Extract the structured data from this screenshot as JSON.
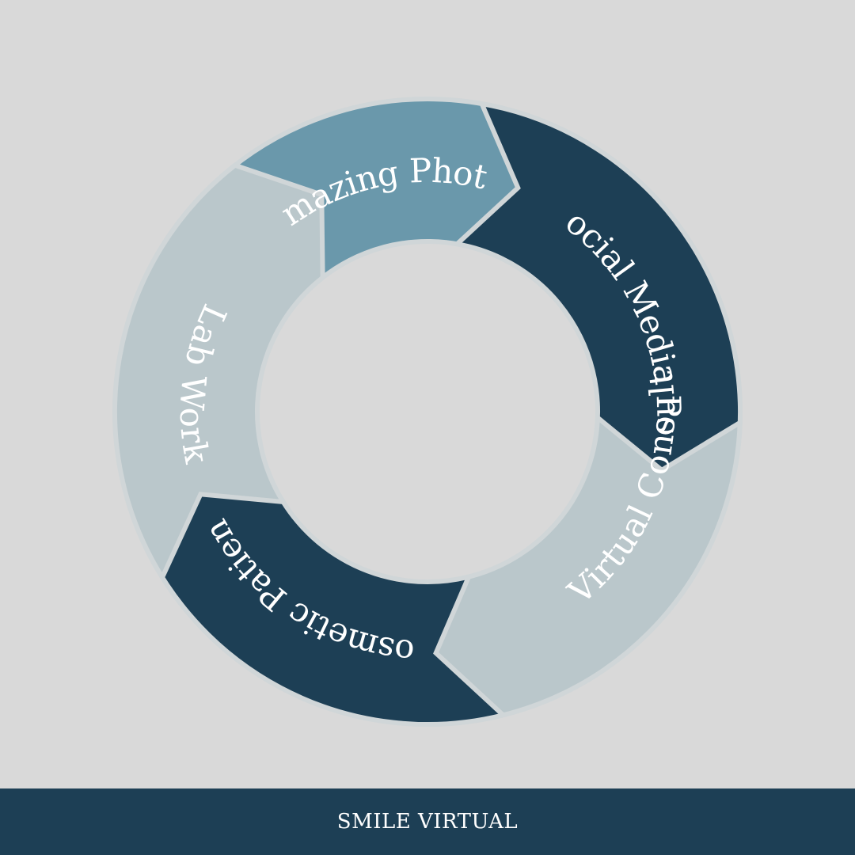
{
  "diagram": {
    "type": "cycle",
    "colors": {
      "background": "#d9d9d9",
      "dark": "#1d3f55",
      "medium": "#6a98ab",
      "light": "#bac7cb",
      "separator": "#d0d6d8"
    },
    "segments": [
      {
        "label": "Amazing Photos",
        "color": "#6a98ab"
      },
      {
        "label": "Social Media Post",
        "color": "#1d3f55"
      },
      {
        "label": "Virtual Consult",
        "color": "#bac7cb"
      },
      {
        "label": "Cosmetic Patients",
        "color": "#1d3f55"
      },
      {
        "label": "Lab Work",
        "color": "#bac7cb"
      }
    ]
  },
  "footer": {
    "brand": "SMILE VIRTUAL",
    "color": "#1d3f55"
  }
}
